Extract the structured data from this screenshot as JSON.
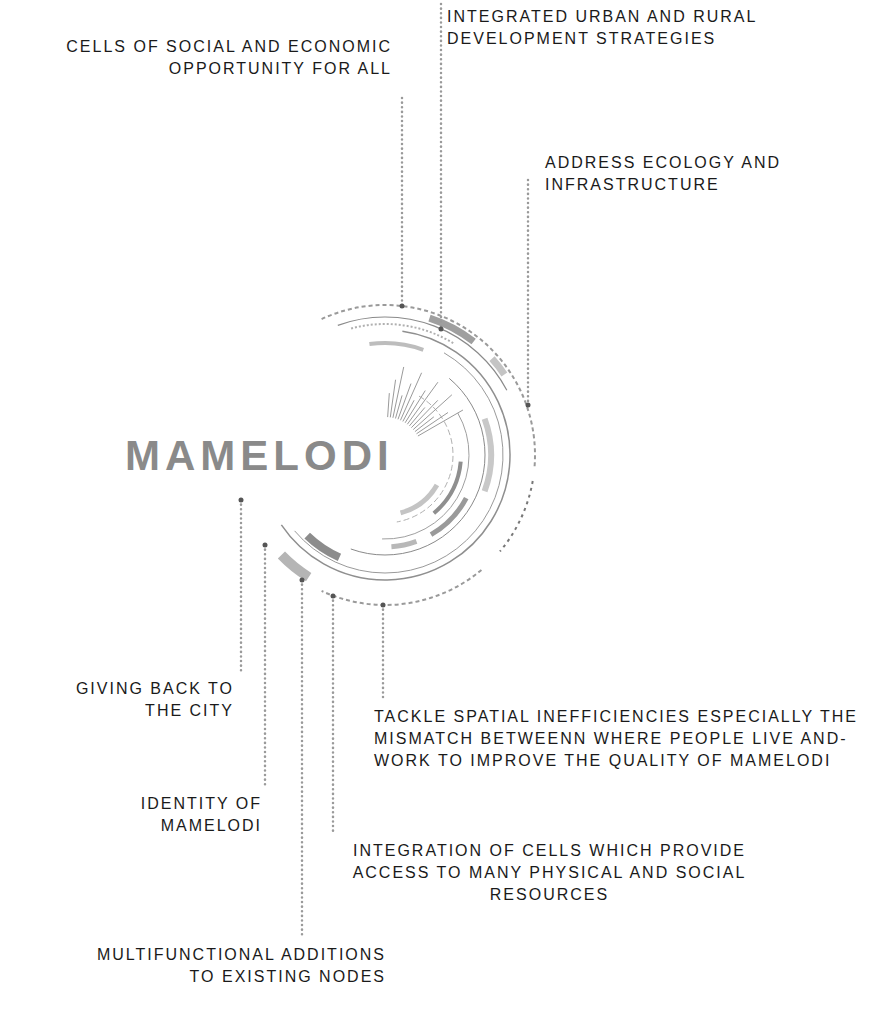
{
  "diagram": {
    "labels": [
      "INTEGRATED URBAN AND RURAL DEVELOPMENT STRATEGIES",
      "CELLS OF SOCIAL AND ECONOMIC OPPORTUNITY FOR ALL",
      "ADDRESS ECOLOGY AND INFRASTRUCTURE",
      "MAMELODI",
      "GIVING BACK TO THE CITY",
      "TACKLE SPATIAL INEFFICIENCIES ESPECIALLY THE MISMATCH BETWEENN WHERE PEOPLE LIVE AND- WORK TO IMPROVE THE QUALITY OF MAMELODI",
      "IDENTITY OF MAMELODI",
      "INTEGRATION OF CELLS WHICH PROVIDE ACCESS TO MANY PHYSICAL AND SOCIAL RESOURCES",
      "MULTIFUNCTIONAL ADDITIONS TO EXISTING NODES"
    ]
  }
}
